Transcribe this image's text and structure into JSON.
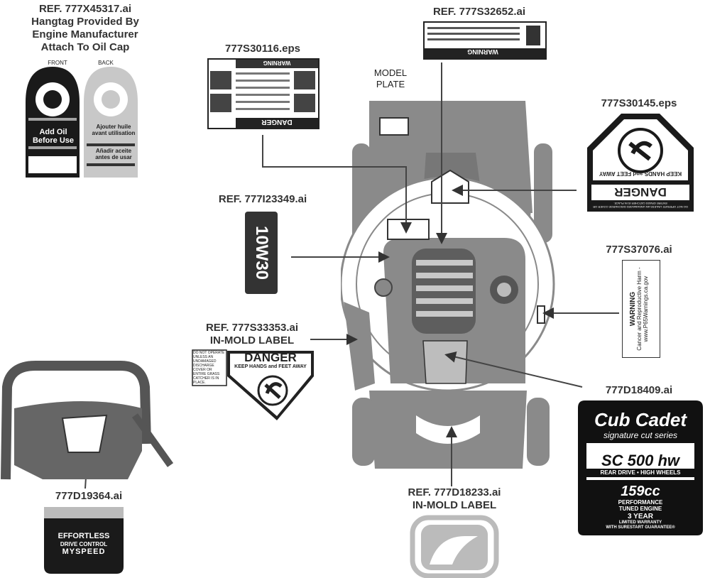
{
  "refs": {
    "hangtag": {
      "title": "REF. 777X45317.ai",
      "line2": "Hangtag Provided By",
      "line3": "Engine Manufacturer",
      "line4": "Attach To Oil Cap"
    },
    "decal_s32652": "REF. 777S32652.ai",
    "decal_s30116": "777S30116.eps",
    "model_plate": "MODEL\nPLATE",
    "decal_s30145": "777S30145.eps",
    "decal_i23349": "REF. 777I23349.ai",
    "decal_s37076": "777S37076.ai",
    "decal_s33353": {
      "line1": "REF. 777S33353.ai",
      "line2": "IN-MOLD LABEL"
    },
    "decal_d18409": "777D18409.ai",
    "decal_d19364": "777D19364.ai",
    "decal_d18233": {
      "line1": "REF. 777D18233.ai",
      "line2": "IN-MOLD LABEL"
    }
  },
  "hangtag": {
    "front_label": "FRONT",
    "back_label": "BACK",
    "front_text": "Add Oil\nBefore Use",
    "back_text1": "Ajouter huile\navant utilisation",
    "back_text2": "Añadir aceite\nantes de usar"
  },
  "oil_label": "10W30",
  "danger_triangle": {
    "title": "DANGER",
    "subtitle": "KEEP HANDS and FEET AWAY",
    "side_text": "DO NOT OPERATE UNLESS AN UNDAMAGED DISCHARGE COVER OR ENTIRE GRASS CATCHER IS IN PLACE."
  },
  "danger_pentagon": {
    "title": "DANGER",
    "subtitle": "KEEP HANDS and FEET AWAY",
    "footer": "DO NOT OPERATE UNLESS AN UNDAMAGED DISCHARGE COVER OR ENTIRE GRASS CATCHER IS IN PLACE."
  },
  "warning_small": {
    "title": "WARNING",
    "line1": "Cancer and Reproductive Harm -",
    "line2": "www.P65Warnings.ca.gov"
  },
  "warning_top": {
    "title": "WARNING"
  },
  "danger_top": {
    "title": "DANGER",
    "warning": "WARNING"
  },
  "cub_cadet": {
    "brand": "Cub Cadet",
    "series": "signature cut series",
    "model": "SC 500 hw",
    "drive": "REAR DRIVE • HIGH WHEELS",
    "cc": "159cc",
    "engine1": "PERFORMANCE",
    "engine2": "TUNED ENGINE",
    "warranty1": "3 YEAR",
    "warranty2": "LIMITED WARRANTY",
    "warranty3": "WITH SURESTART GUARANTEE®"
  },
  "myspeed": {
    "line1": "EFFORTLESS",
    "line2": "DRIVE CONTROL",
    "line3": "MYSPEED"
  },
  "colors": {
    "body": "#8a8a8a",
    "dark": "#222222",
    "light": "#bdbdbd"
  }
}
